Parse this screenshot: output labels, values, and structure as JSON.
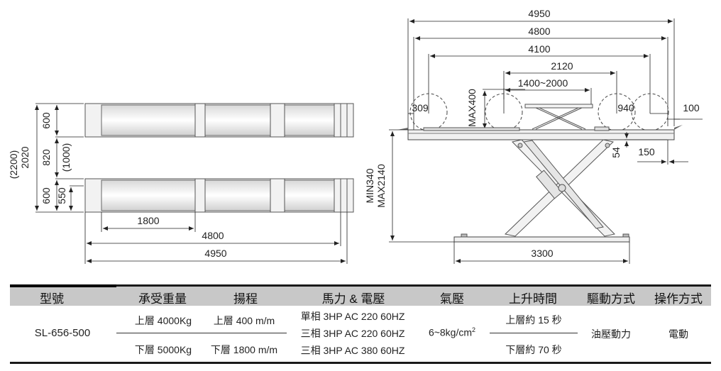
{
  "top_view": {
    "dim_total_height": "2020",
    "dim_total_height_alt": "(2200)",
    "dim_platform_top": "600",
    "dim_gap": "820",
    "dim_gap_alt": "(1000)",
    "dim_platform_bottom": "600",
    "dim_inner_width": "550",
    "dim_ramp": "1800",
    "dim_inner_length": "4800",
    "dim_total_length": "4950"
  },
  "side_view": {
    "dim_4950": "4950",
    "dim_4800": "4800",
    "dim_4100": "4100",
    "dim_2120": "2120",
    "dim_1400_2000": "1400~2000",
    "dim_309": "309",
    "dim_940": "940",
    "dim_100": "100",
    "dim_max400": "MAX400",
    "dim_54": "54",
    "dim_150": "150",
    "dim_min340": "MIN340",
    "dim_max2140": "MAX2140",
    "dim_3300": "3300"
  },
  "spec_table": {
    "headers": [
      "型號",
      "承受重量",
      "揚程",
      "馬力 & 電壓",
      "氣壓",
      "上升時間",
      "驅動方式",
      "操作方式"
    ],
    "model": "SL-656-500",
    "load_upper": "上層 4000Kg",
    "load_lower": "下層 5000Kg",
    "lift_upper": "上層 400 m/m",
    "lift_lower": "下層 1800 m/m",
    "power_1": "單相 3HP AC 220 60HZ",
    "power_2": "三相 3HP AC 220 60HZ",
    "power_3": "三相 3HP AC 380 60HZ",
    "air_pressure": "6~8kg/cm",
    "air_pressure_sup": "2",
    "time_upper": "上層約 15 秒",
    "time_lower": "下層約 70 秒",
    "drive": "油壓動力",
    "operation": "電動"
  }
}
